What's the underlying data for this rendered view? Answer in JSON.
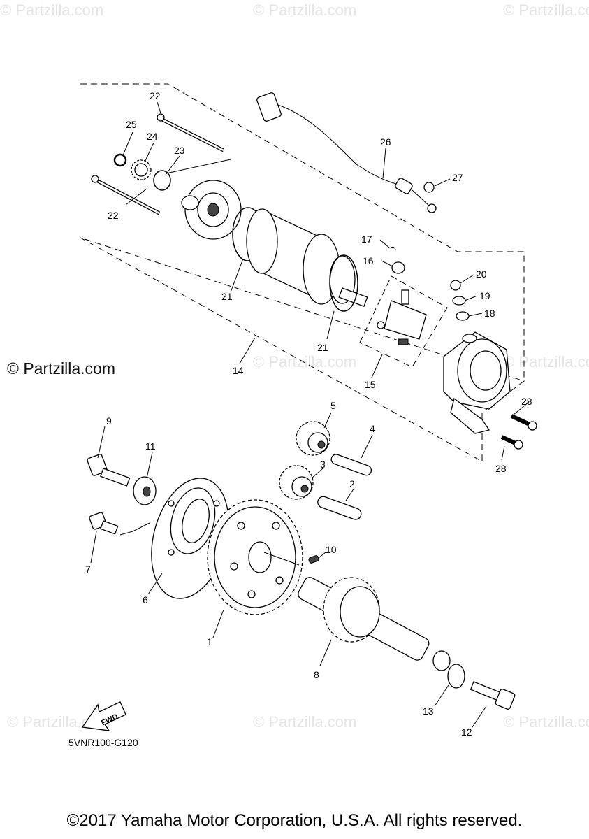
{
  "watermarks": {
    "main": "© Partzilla.com",
    "faint": "© Partzilla.com"
  },
  "diagram_code": "5VNR100-G120",
  "fwd_label": "FWD",
  "copyright": "©2017 Yamaha Motor Corporation, U.S.A. All rights reserved.",
  "callouts": {
    "c1": "1",
    "c2": "2",
    "c3": "3",
    "c4": "4",
    "c5": "5",
    "c6": "6",
    "c7": "7",
    "c8": "8",
    "c9": "9",
    "c10": "10",
    "c11": "11",
    "c12": "12",
    "c13": "13",
    "c14": "14",
    "c15": "15",
    "c16": "16",
    "c17": "17",
    "c18": "18",
    "c19": "19",
    "c20": "20",
    "c21a": "21",
    "c21b": "21",
    "c22a": "22",
    "c22b": "22",
    "c23": "23",
    "c24": "24",
    "c25": "25",
    "c26": "26",
    "c27": "27",
    "c28a": "28",
    "c28b": "28"
  }
}
